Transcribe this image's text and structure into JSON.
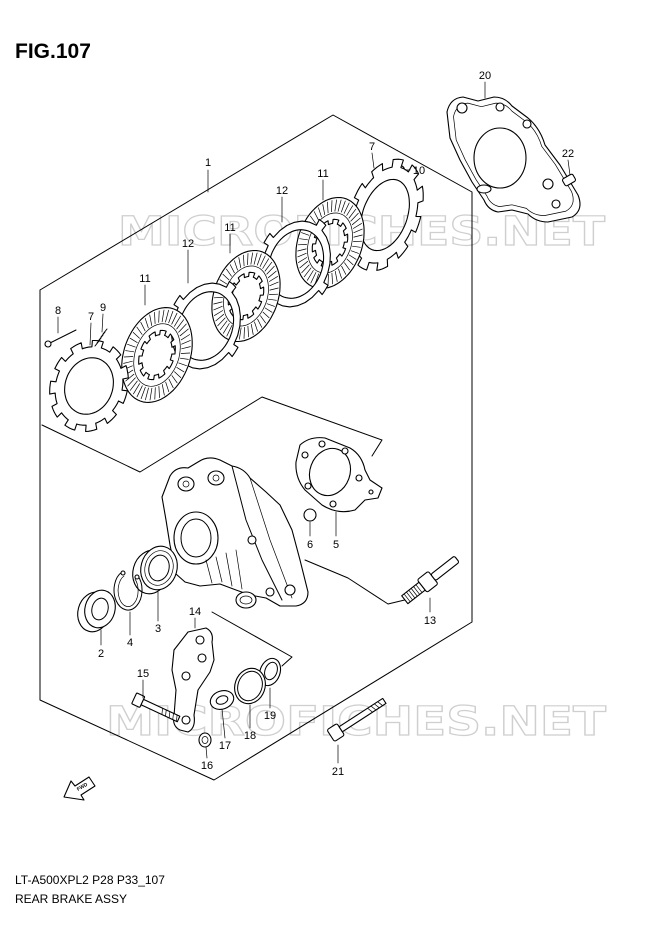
{
  "figure": {
    "title": "FIG.107"
  },
  "callouts": [
    "1",
    "20",
    "22",
    "7",
    "10",
    "11",
    "12",
    "11",
    "12",
    "11",
    "8",
    "7",
    "9",
    "6",
    "5",
    "13",
    "3",
    "4",
    "2",
    "14",
    "15",
    "17",
    "18",
    "19",
    "16",
    "21"
  ],
  "footer": {
    "model_code": "LT-A500XPL2 P28 P33_107",
    "assembly_name": "REAR BRAKE ASSY"
  },
  "watermark": {
    "text": "MICROFICHES.NET"
  },
  "fwd_arrow": {
    "label": "FWD"
  },
  "colors": {
    "line": "#000000",
    "watermark": "#cfcfcf"
  }
}
